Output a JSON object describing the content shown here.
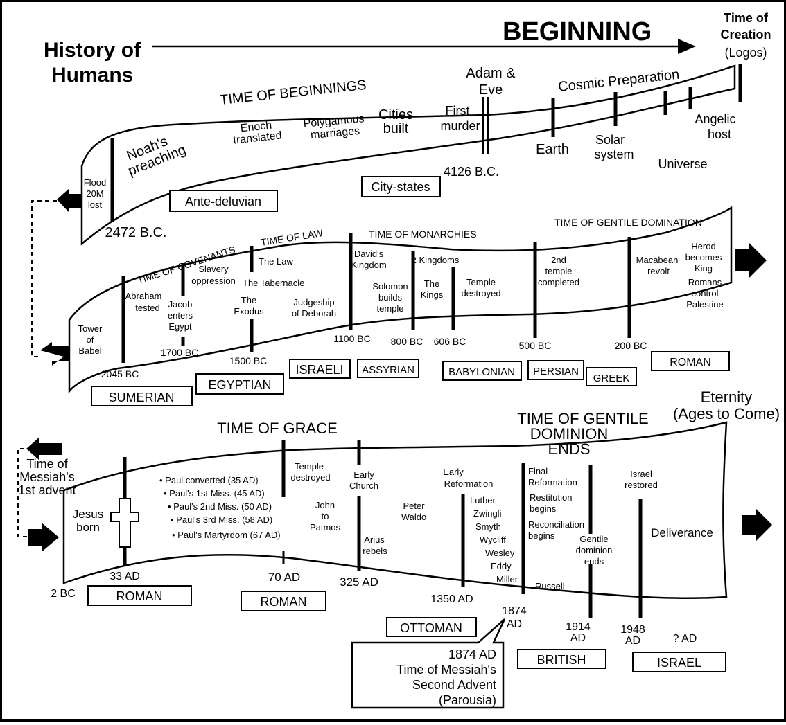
{
  "header": {
    "title_left_line1": "History of",
    "title_left_line2": "Humans",
    "beginning": "BEGINNING",
    "creation_line1": "Time of",
    "creation_line2": "Creation",
    "creation_line3": "(Logos)"
  },
  "band1": {
    "time_label": "TIME OF BEGINNINGS",
    "adam_line1": "Adam &",
    "adam_line2": "Eve",
    "cosmic": "Cosmic Preparation",
    "noah_line1": "Noah's",
    "noah_line2": "preaching",
    "enoch_line1": "Enoch",
    "enoch_line2": "translated",
    "poly_line1": "Polygamous",
    "poly_line2": "marriages",
    "cities_line1": "Cities",
    "cities_line2": "built",
    "murder_line1": "First",
    "murder_line2": "murder",
    "earth": "Earth",
    "solar_line1": "Solar",
    "solar_line2": "system",
    "universe": "Universe",
    "angelic_line1": "Angelic",
    "angelic_line2": "host",
    "flood_line1": "Flood",
    "flood_line2": "20M",
    "flood_line3": "lost",
    "date_4126": "4126 B.C.",
    "date_2472": "2472 B.C.",
    "box_antedeluvian": "Ante-deluvian",
    "box_citystates": "City-states"
  },
  "band2": {
    "covenants": "TIME OF COVENANTS",
    "law": "TIME OF LAW",
    "monarchies": "TIME OF MONARCHIES",
    "gentile": "TIME OF GENTILE DOMINATION",
    "babel_line1": "Tower",
    "babel_line2": "of",
    "babel_line3": "Babel",
    "abraham_line1": "Abraham",
    "abraham_line2": "tested",
    "slavery_line1": "Slavery",
    "slavery_line2": "oppression",
    "jacob_line1": "Jacob",
    "jacob_line2": "enters",
    "jacob_line3": "Egypt",
    "thelaw": "The Law",
    "tabernacle": "The Tabernacle",
    "exodus_line1": "The",
    "exodus_line2": "Exodus",
    "deborah_line1": "Judgeship",
    "deborah_line2": "of Deborah",
    "david_line1": "David's",
    "david_line2": "Kingdom",
    "twokingdoms": "2 Kingdoms",
    "solomon_line1": "Solomon",
    "solomon_line2": "builds",
    "solomon_line3": "temple",
    "kings_line1": "The",
    "kings_line2": "Kings",
    "templed_line1": "Temple",
    "templed_line2": "destroyed",
    "second_line1": "2nd",
    "second_line2": "temple",
    "second_line3": "completed",
    "macabean_line1": "Macabean",
    "macabean_line2": "revolt",
    "herod_line1": "Herod",
    "herod_line2": "becomes",
    "herod_line3": "King",
    "romans_line1": "Romans",
    "romans_line2": "control",
    "romans_line3": "Palestine",
    "d2045": "2045 BC",
    "d1700": "1700 BC",
    "d1500": "1500 BC",
    "d1100": "1100 BC",
    "d800": "800 BC",
    "d606": "606 BC",
    "d500": "500 BC",
    "d200": "200 BC",
    "box_sumerian": "SUMERIAN",
    "box_egyptian": "EGYPTIAN",
    "box_israeli": "ISRAELI",
    "box_assyrian": "ASSYRIAN",
    "box_babylonian": "BABYLONIAN",
    "box_persian": "PERSIAN",
    "box_greek": "GREEK",
    "box_roman": "ROMAN"
  },
  "band3": {
    "grace": "TIME OF GRACE",
    "gentile_line1": "TIME OF GENTILE",
    "gentile_line2": "DOMINION",
    "gentile_line3": "ENDS",
    "eternity_line1": "Eternity",
    "eternity_line2": "(Ages to Come)",
    "messiah_line1": "Time of",
    "messiah_line2": "Messiah's",
    "messiah_line3": "1st advent",
    "jesus_line1": "Jesus",
    "jesus_line2": "born",
    "paul1": "• Paul converted (35 AD)",
    "paul2": "• Paul's 1st Miss. (45 AD)",
    "paul3": "• Paul's 2nd Miss. (50 AD)",
    "paul4": "• Paul's 3rd Miss. (58 AD)",
    "paul5": "• Paul's Martyrdom (67 AD)",
    "templed_line1": "Temple",
    "templed_line2": "destroyed",
    "john_line1": "John",
    "john_line2": "to",
    "john_line3": "Patmos",
    "church_line1": "Early",
    "church_line2": "Church",
    "arius_line1": "Arius",
    "arius_line2": "rebels",
    "waldo_line1": "Peter",
    "waldo_line2": "Waldo",
    "earlyref_line1": "Early",
    "earlyref_line2": "Reformation",
    "reformers": [
      "Luther",
      "Zwingli",
      "Smyth",
      "Wycliff",
      "Wesley",
      "Eddy",
      "Miller"
    ],
    "final_line1": "Final",
    "final_line2": "Reformation",
    "restitution_line1": "Restitution",
    "restitution_line2": "begins",
    "reconciliation_line1": "Reconciliation",
    "reconciliation_line2": "begins",
    "russell": "Russell",
    "gentileends_line1": "Gentile",
    "gentileends_line2": "dominion",
    "gentileends_line3": "ends",
    "israel_line1": "Israel",
    "israel_line2": "restored",
    "deliverance": "Deliverance",
    "d2bc": "2 BC",
    "d33": "33 AD",
    "d70": "70 AD",
    "d325": "325 AD",
    "d1350": "1350 AD",
    "d1874_line1": "1874",
    "d1874_line2": "AD",
    "d1914_line1": "1914",
    "d1914_line2": "AD",
    "d1948_line1": "1948",
    "d1948_line2": "AD",
    "dq": "? AD",
    "box_roman1": "ROMAN",
    "box_roman2": "ROMAN",
    "box_ottoman": "OTTOMAN",
    "box_british": "BRITISH",
    "box_israel": "ISRAEL",
    "callout_line1": "1874 AD",
    "callout_line2": "Time of Messiah's",
    "callout_line3": "Second Advent",
    "callout_line4": "(Parousia)"
  }
}
